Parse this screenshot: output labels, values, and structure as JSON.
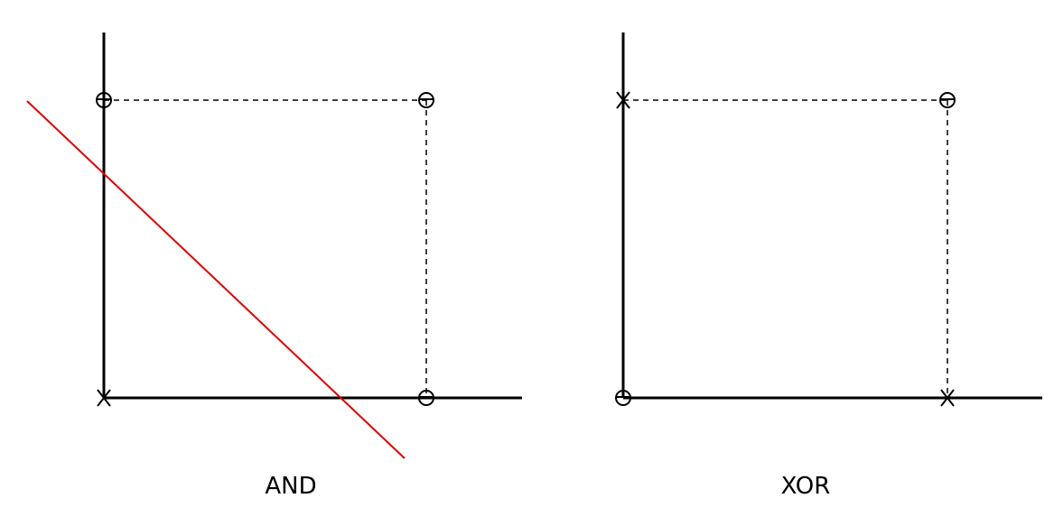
{
  "colors": {
    "axis": "#000000",
    "separator_line": "#e00000",
    "background": "#ffffff"
  },
  "panels": [
    {
      "caption": "AND",
      "has_separator_line": true,
      "points": [
        {
          "input": [
            0,
            0
          ],
          "marker": "X"
        },
        {
          "input": [
            1,
            0
          ],
          "marker": "O"
        },
        {
          "input": [
            0,
            1
          ],
          "marker": "O"
        },
        {
          "input": [
            1,
            1
          ],
          "marker": "O"
        }
      ]
    },
    {
      "caption": "XOR",
      "has_separator_line": false,
      "points": [
        {
          "input": [
            0,
            0
          ],
          "marker": "O"
        },
        {
          "input": [
            1,
            0
          ],
          "marker": "X"
        },
        {
          "input": [
            0,
            1
          ],
          "marker": "X"
        },
        {
          "input": [
            1,
            1
          ],
          "marker": "O"
        }
      ]
    }
  ]
}
